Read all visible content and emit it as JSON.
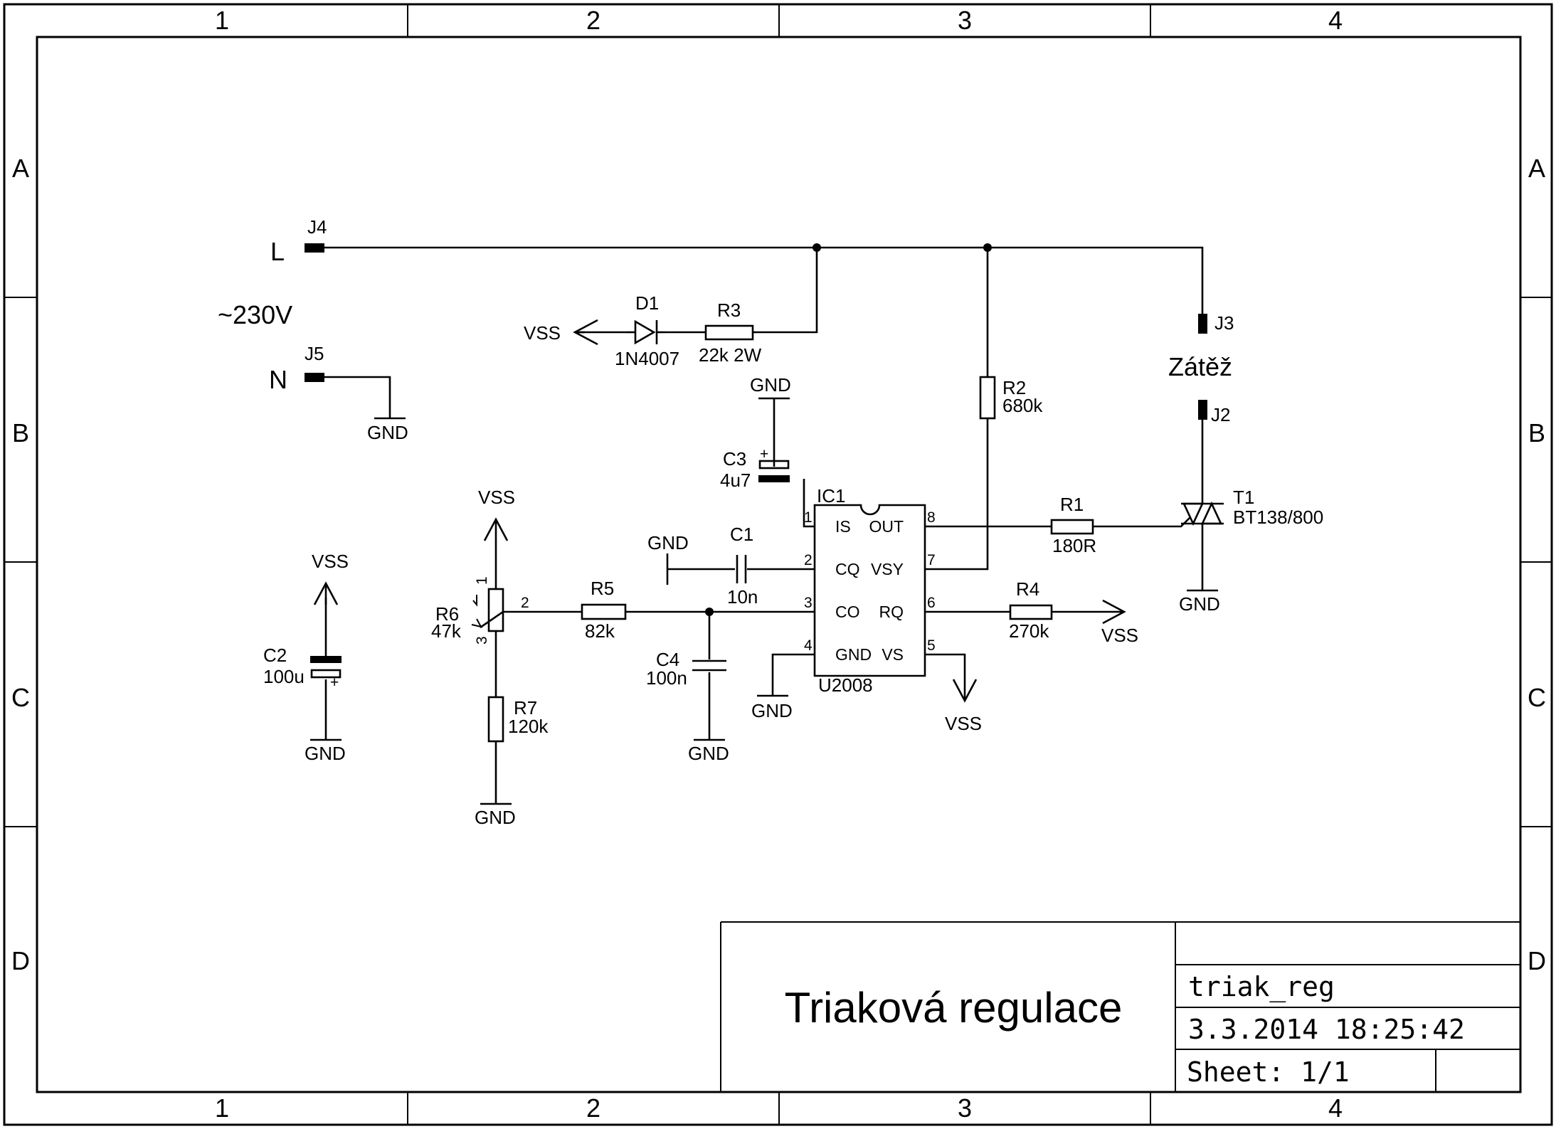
{
  "frame": {
    "columns": [
      "1",
      "2",
      "3",
      "4"
    ],
    "rows": [
      "A",
      "B",
      "C",
      "D"
    ]
  },
  "title_block": {
    "title": "Triaková regulace",
    "filename": "triak_reg",
    "datetime": "3.3.2014  18:25:42",
    "sheet": "Sheet: 1/1"
  },
  "labels": {
    "mains_voltage": "~230V",
    "line": "L",
    "neutral": "N",
    "load": "Zátěž"
  },
  "connectors": {
    "j4": "J4",
    "j5": "J5",
    "j3": "J3",
    "j2": "J2"
  },
  "components": {
    "d1": {
      "name": "D1",
      "value": "1N4007"
    },
    "r3": {
      "name": "R3",
      "value": "22k 2W"
    },
    "r2": {
      "name": "R2",
      "value": "680k"
    },
    "c3": {
      "name": "C3",
      "value": "4u7"
    },
    "c2": {
      "name": "C2",
      "value": "100u"
    },
    "r6": {
      "name": "R6",
      "value": "47k"
    },
    "r5": {
      "name": "R5",
      "value": "82k"
    },
    "r7": {
      "name": "R7",
      "value": "120k"
    },
    "c1": {
      "name": "C1",
      "value": "10n"
    },
    "c4": {
      "name": "C4",
      "value": "100n"
    },
    "r1": {
      "name": "R1",
      "value": "180R"
    },
    "r4": {
      "name": "R4",
      "value": "270k"
    },
    "t1": {
      "name": "T1",
      "value": "BT138/800"
    },
    "ic1": {
      "name": "IC1",
      "value": "U2008",
      "pins": {
        "p1": "1",
        "p2": "2",
        "p3": "3",
        "p4": "4",
        "p5": "5",
        "p6": "6",
        "p7": "7",
        "p8": "8"
      },
      "pin_names": {
        "p1": "IS",
        "p2": "CQ",
        "p3": "CO",
        "p4": "GND",
        "p5": "VS",
        "p6": "RQ",
        "p7": "VSY",
        "p8": "OUT"
      }
    }
  },
  "pot_pins": {
    "p1": "1",
    "p2": "2",
    "p3": "3"
  },
  "polarity": {
    "plus": "+"
  },
  "power": {
    "vss": "VSS",
    "gnd": "GND"
  }
}
